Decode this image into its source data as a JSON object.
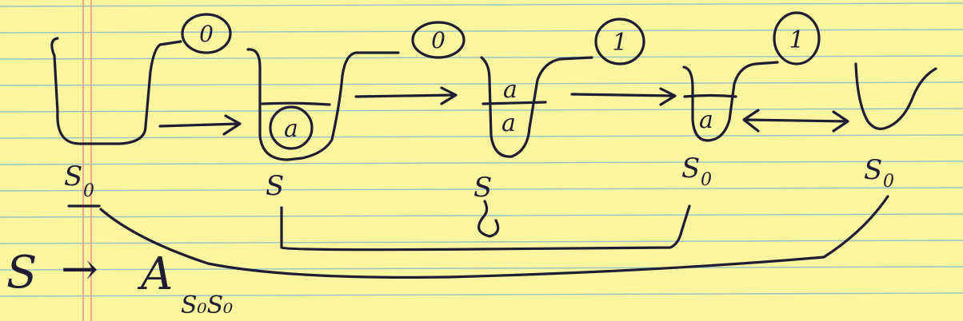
{
  "colors": {
    "paper": "#faf59e",
    "rule_line": "#97c3c6",
    "margin_line": "#f0948a",
    "ink": "#1f1c33"
  },
  "states": [
    {
      "id": "s0-state",
      "circled_output": "0",
      "stack": [],
      "label": "S",
      "label_subscript": "0"
    },
    {
      "id": "s1-state",
      "circled_output": "0",
      "stack": [
        "a"
      ],
      "stack_circled": true,
      "label": "S",
      "label_subscript": ""
    },
    {
      "id": "s2-state",
      "circled_output": "1",
      "stack": [
        "a",
        "a"
      ],
      "label": "S",
      "label_subscript": ""
    },
    {
      "id": "s3-state",
      "circled_output": "1",
      "stack": [
        "a"
      ],
      "label": "S",
      "label_subscript": "0"
    },
    {
      "id": "s4-state",
      "circled_output": "",
      "stack": [],
      "label": "S",
      "label_subscript": "0"
    }
  ],
  "production": {
    "lhs": "S",
    "arrow": "→",
    "rhs": "A",
    "rhs_subscript": "S₀S₀"
  }
}
